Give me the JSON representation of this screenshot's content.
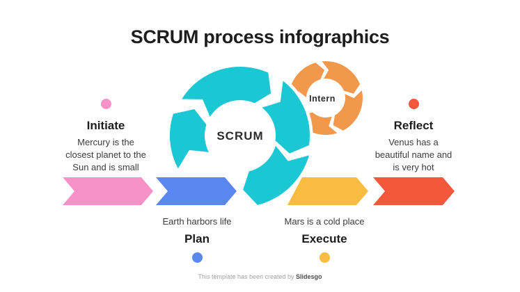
{
  "title": "SCRUM process infographics",
  "diagram": {
    "center_label": "SCRUM",
    "satellite_label": "Intern",
    "cycle_color": "#1cc7d4",
    "sprint_color": "#f2984c"
  },
  "steps": [
    {
      "id": "initiate",
      "label": "Initiate",
      "description": "Mercury is the\nclosest planet to the\nSun and is small",
      "color": "#f792c9"
    },
    {
      "id": "plan",
      "label": "Plan",
      "description": "Earth harbors life",
      "color": "#5b87f0"
    },
    {
      "id": "execute",
      "label": "Execute",
      "description": "Mars is a cold place",
      "color": "#f8bd40"
    },
    {
      "id": "reflect",
      "label": "Reflect",
      "description": "Venus has a\nbeautiful name and\nis very hot",
      "color": "#f2583c"
    }
  ],
  "footer": {
    "prefix": "This template has been created by ",
    "brand": "Slidesgo"
  }
}
